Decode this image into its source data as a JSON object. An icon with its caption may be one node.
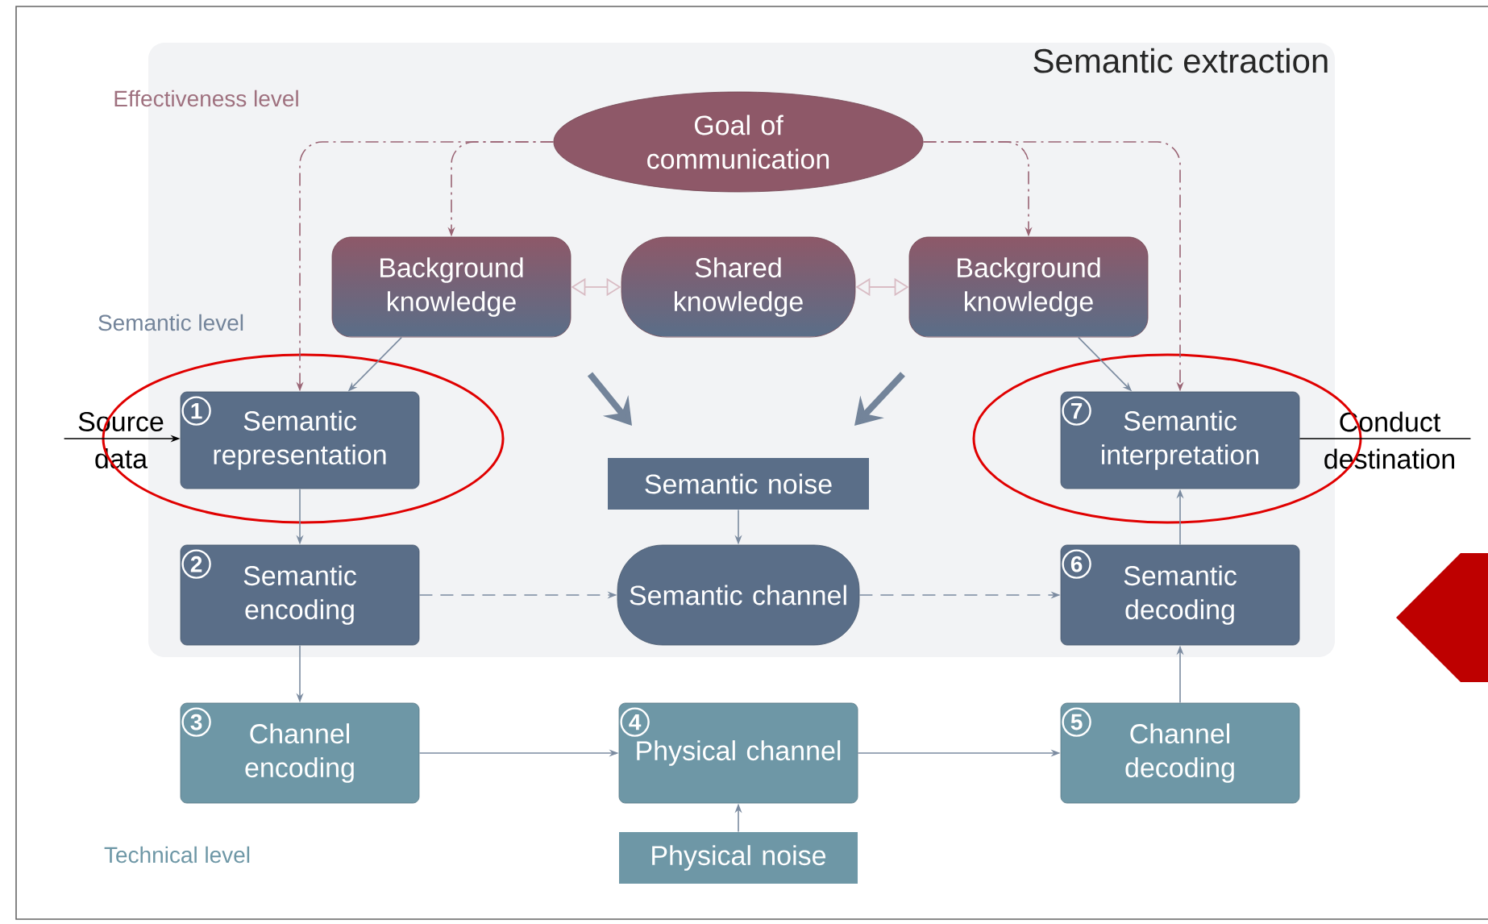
{
  "diagram": {
    "nodes": [
      {
        "text": [
          "Semantic extraction"
        ]
      },
      {
        "text": [
          "Goal of communication"
        ],
        "in": 0
      },
      {
        "text": [
          "Background knowledge"
        ],
        "in": 0
      },
      {
        "text": [
          "Shared knowledge"
        ],
        "in": 0
      },
      {
        "text": [
          "Background knowledge"
        ],
        "in": 0
      },
      {
        "text": [
          "Source data"
        ]
      },
      {
        "text": [
          "1",
          "Semantic representation"
        ],
        "in": 0
      },
      {
        "text": [
          "7",
          "Semantic interpretation"
        ],
        "in": 0
      },
      {
        "text": [
          "Conduct destination"
        ]
      },
      {
        "text": [
          "Semantic noise"
        ],
        "in": 0
      },
      {
        "text": [
          "2",
          "Semantic encoding"
        ],
        "in": 0
      },
      {
        "text": [
          "Semantic channel"
        ],
        "in": 0
      },
      {
        "text": [
          "6",
          "Semantic decoding"
        ],
        "in": 0
      },
      {
        "text": [
          "3",
          "Channel encoding"
        ]
      },
      {
        "text": [
          "4",
          "Physical channel"
        ]
      },
      {
        "text": [
          "5",
          "Channel decoding"
        ]
      },
      {
        "text": [
          "Physical noise"
        ]
      }
    ],
    "edges": [
      {
        "from": 1,
        "to": 6,
        "arrow": "to",
        "style": "dashed",
        "color": "#9a6474"
      },
      {
        "from": 1,
        "to": 2,
        "arrow": "to",
        "style": "dashed",
        "color": "#9a6474"
      },
      {
        "from": 1,
        "to": 4,
        "arrow": "to",
        "style": "dashed",
        "color": "#9a6474"
      },
      {
        "from": 1,
        "to": 7,
        "arrow": "to",
        "style": "dashed",
        "color": "#9a6474"
      },
      {
        "from": 2,
        "to": 3,
        "arrow": "both",
        "color": "#d9bcc4"
      },
      {
        "from": 3,
        "to": 4,
        "arrow": "both",
        "color": "#d9bcc4"
      },
      {
        "from": 2,
        "to": 6,
        "arrow": "to"
      },
      {
        "from": 4,
        "to": 7,
        "arrow": "to"
      },
      {
        "from": 5,
        "to": 6,
        "arrow": "to",
        "color": "#000000"
      },
      {
        "from": 7,
        "to": 8,
        "arrow": "none",
        "color": "#000000"
      },
      {
        "from": 6,
        "to": 10,
        "arrow": "to"
      },
      {
        "from": 9,
        "to": 11,
        "arrow": "to"
      },
      {
        "from": 10,
        "to": 11,
        "arrow": "to",
        "style": "dashed"
      },
      {
        "from": 11,
        "to": 12,
        "arrow": "to",
        "style": "dashed"
      },
      {
        "from": 12,
        "to": 7,
        "arrow": "to"
      },
      {
        "from": 10,
        "to": 13,
        "arrow": "to"
      },
      {
        "from": 13,
        "to": 14,
        "arrow": "to"
      },
      {
        "from": 14,
        "to": 15,
        "arrow": "to"
      },
      {
        "from": 15,
        "to": 12,
        "arrow": "to"
      },
      {
        "from": 16,
        "to": 14,
        "arrow": "to"
      }
    ],
    "labels": [
      "Effectiveness level",
      "Semantic level",
      "Technical level"
    ]
  }
}
